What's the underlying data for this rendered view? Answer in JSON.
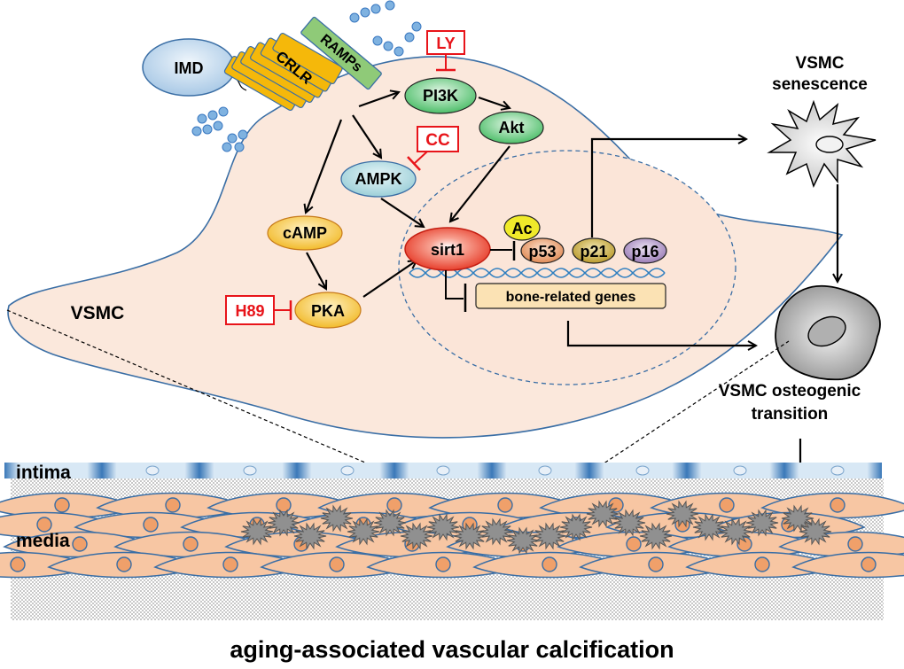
{
  "figure": {
    "title": "aging-associated vascular calcification",
    "cell_label": "VSMC",
    "ligand": "IMD",
    "receptor": "CRLR",
    "coreceptor": "RAMPs",
    "signaling_nodes": {
      "pi3k": "PI3K",
      "akt": "Akt",
      "ampk": "AMPK",
      "camp": "cAMP",
      "pka": "PKA",
      "sirt1": "sirt1",
      "ac": "Ac",
      "p53": "p53",
      "p21": "p21",
      "p16": "p16",
      "bone_genes": "bone-related genes"
    },
    "inhibitors": {
      "ly": "LY",
      "cc": "CC",
      "h89": "H89"
    },
    "outcomes": {
      "senescence_line1": "VSMC",
      "senescence_line2": "senescence",
      "osteogenic_line1": "VSMC osteogenic",
      "osteogenic_line2": "transition"
    },
    "layers": {
      "intima": "intima",
      "media": "media"
    },
    "colors": {
      "cell_fill": "#fbe8dc",
      "membrane": "#3a6ea5",
      "inhibitor": "#e8141a",
      "pi3k_akt": "#5fc97a",
      "ampk": "#a8d8e0",
      "camp_pka": "#f6c94a",
      "sirt1": "#e8412e",
      "ac": "#f0ea2a",
      "p53": "#e89a6a",
      "p21": "#c9a93a",
      "p16": "#a68bc0",
      "bone_genes": "#fbe2b4",
      "receptor": "#f5b80a",
      "ramps": "#8fca78"
    }
  }
}
